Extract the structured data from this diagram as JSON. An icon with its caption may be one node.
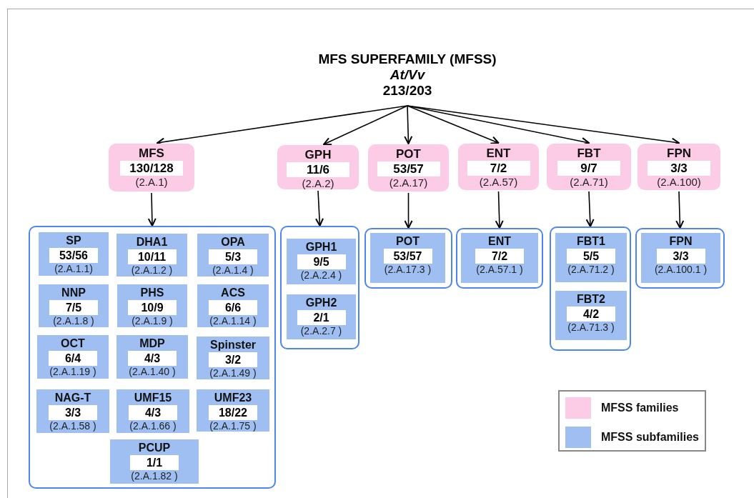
{
  "diagram": {
    "nodes": [
      {
        "text": [
          "MFS SUPERFAMILY (MFSS)",
          "At/Vv",
          "213/203"
        ]
      },
      {
        "text": [
          "MFS",
          "130/128",
          "(2.A.1)"
        ]
      },
      {
        "text": [
          "GPH",
          "11/6",
          "(2.A.2)"
        ]
      },
      {
        "text": [
          "POT",
          "53/57",
          "(2.A.17)"
        ]
      },
      {
        "text": [
          "ENT",
          "7/2",
          "(2.A.57)"
        ]
      },
      {
        "text": [
          "FBT",
          "9/7",
          "(2.A.71)"
        ]
      },
      {
        "text": [
          "FPN",
          "3/3",
          "(2.A.100)"
        ]
      },
      {
        "text": [],
        "shape": "box"
      },
      {
        "text": [
          "SP",
          "53/56",
          "(2.A.1.1)"
        ],
        "in": 7
      },
      {
        "text": [
          "DHA1",
          "10/11",
          "(2.A.1.2 )"
        ],
        "in": 7
      },
      {
        "text": [
          "OPA",
          "5/3",
          "(2.A.1.4 )"
        ],
        "in": 7
      },
      {
        "text": [
          "NNP",
          "7/5",
          "(2.A.1.8 )"
        ],
        "in": 7
      },
      {
        "text": [
          "PHS",
          "10/9",
          "(2.A.1.9 )"
        ],
        "in": 7
      },
      {
        "text": [
          "ACS",
          "6/6",
          "(2.A.1.14 )"
        ],
        "in": 7
      },
      {
        "text": [
          "OCT",
          "6/4",
          "(2.A.1.19 )"
        ],
        "in": 7
      },
      {
        "text": [
          "MDP",
          "4/3",
          "(2.A.1.40 )"
        ],
        "in": 7
      },
      {
        "text": [
          "Spinster",
          "3/2",
          "(2.A.1.49 )"
        ],
        "in": 7
      },
      {
        "text": [
          "NAG-T",
          "3/3",
          "(2.A.1.58 )"
        ],
        "in": 7
      },
      {
        "text": [
          "UMF15",
          "4/3",
          "(2.A.1.66 )"
        ],
        "in": 7
      },
      {
        "text": [
          "UMF23",
          "18/22",
          "(2.A.1.75 )"
        ],
        "in": 7
      },
      {
        "text": [
          "PCUP",
          "1/1",
          "(2.A.1.82 )"
        ],
        "in": 7
      },
      {
        "text": [],
        "shape": "box"
      },
      {
        "text": [
          "GPH1",
          "9/5",
          "(2.A.2.4 )"
        ],
        "in": 21
      },
      {
        "text": [
          "GPH2",
          "2/1",
          "(2.A.2.7 )"
        ],
        "in": 21
      },
      {
        "text": [],
        "shape": "box"
      },
      {
        "text": [
          "POT",
          "53/57",
          "(2.A.17.3 )"
        ],
        "in": 24
      },
      {
        "text": [],
        "shape": "box"
      },
      {
        "text": [
          "ENT",
          "7/2",
          "(2.A.57.1 )"
        ],
        "in": 26
      },
      {
        "text": [],
        "shape": "box"
      },
      {
        "text": [
          "FBT1",
          "5/5",
          "(2.A.71.2 )"
        ],
        "in": 28
      },
      {
        "text": [
          "FBT2",
          "4/2",
          "(2.A.71.3 )"
        ],
        "in": 28
      },
      {
        "text": [],
        "shape": "box"
      },
      {
        "text": [
          "FPN",
          "3/3",
          "(2.A.100.1 )"
        ],
        "in": 31
      }
    ],
    "edges": [
      {
        "from": 0,
        "to": 1,
        "arrow": "to"
      },
      {
        "from": 0,
        "to": 2,
        "arrow": "to"
      },
      {
        "from": 0,
        "to": 3,
        "arrow": "to"
      },
      {
        "from": 0,
        "to": 4,
        "arrow": "to"
      },
      {
        "from": 0,
        "to": 5,
        "arrow": "to"
      },
      {
        "from": 0,
        "to": 6,
        "arrow": "to"
      },
      {
        "from": 1,
        "to": 7,
        "arrow": "to"
      },
      {
        "from": 2,
        "to": 21,
        "arrow": "to"
      },
      {
        "from": 3,
        "to": 24,
        "arrow": "to"
      },
      {
        "from": 4,
        "to": 26,
        "arrow": "to"
      },
      {
        "from": 5,
        "to": 28,
        "arrow": "to"
      },
      {
        "from": 6,
        "to": 31,
        "arrow": "to"
      }
    ],
    "legend": [
      {
        "text": "MFSS families",
        "color": "#fccbe6"
      },
      {
        "text": "MFSS subfamilies",
        "color": "#9fbff3"
      }
    ]
  }
}
